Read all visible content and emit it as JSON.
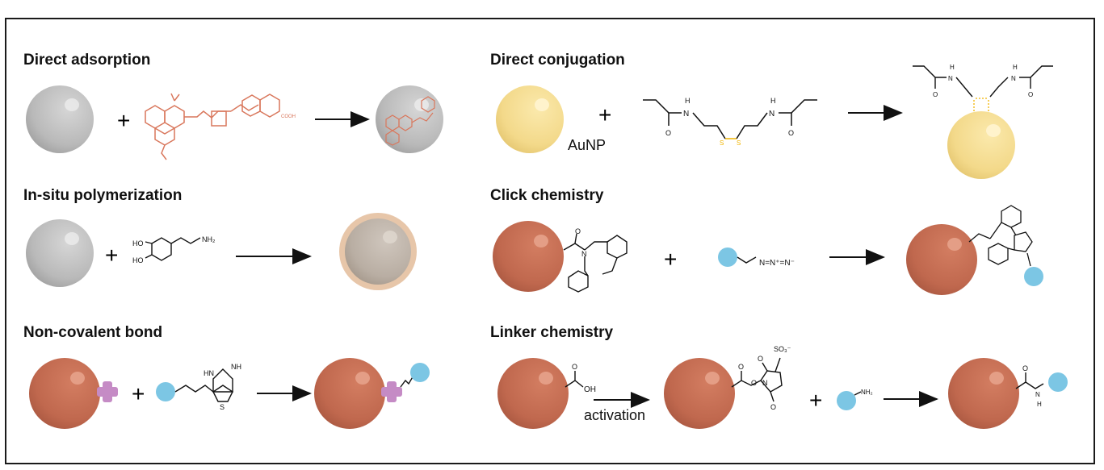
{
  "titles": {
    "direct_adsorption": "Direct adsorption",
    "direct_conjugation": "Direct conjugation",
    "insitu_polymerization": "In-situ polymerization",
    "click_chemistry": "Click chemistry",
    "non_covalent": "Non-covalent bond",
    "linker_chemistry": "Linker chemistry"
  },
  "labels": {
    "aunp": "AuNP",
    "activation": "activation"
  },
  "operators": {
    "plus": "+"
  },
  "chem": {
    "ho1": "HO",
    "ho2": "HO",
    "nh2": "NH₂",
    "h": "H",
    "n": "N",
    "s": "S",
    "o": "O",
    "nh": "NH",
    "hn": "HN",
    "oh": "OH",
    "azide": "N=N⁺=N⁻",
    "so3": "SO₃⁻",
    "cooh_small": "COOH"
  },
  "colors": {
    "gray_particle": "#b7b7b7",
    "gold_particle": "#f3d98a",
    "red_particle": "#c0684e",
    "dye_structure": "#d9775c",
    "disulfide": "#f0b400",
    "blue_ligand": "#7cc6e4",
    "pink_receptor": "#c58bc5",
    "shell": "#e7c6a9"
  }
}
